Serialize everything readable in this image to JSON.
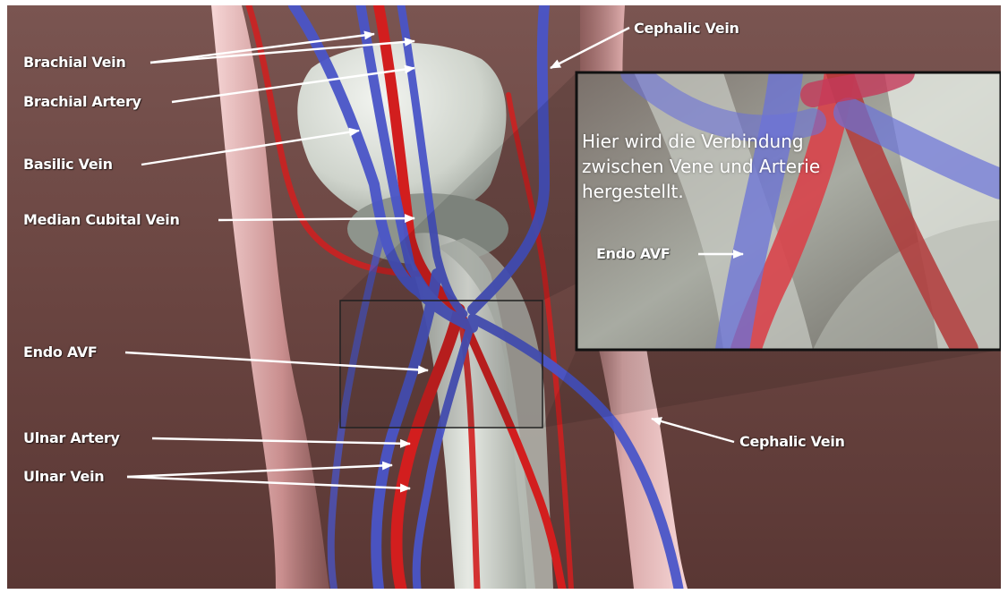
{
  "labels": {
    "brachial_vein": "Brachial Vein",
    "brachial_artery": "Brachial Artery",
    "basilic_vein": "Basilic Vein",
    "median_cubital_vein": "Median Cubital Vein",
    "endo_avf": "Endo AVF",
    "ulnar_artery": "Ulnar Artery",
    "ulnar_vein": "Ulnar Vein",
    "cephalic_vein_top": "Cephalic Vein",
    "cephalic_vein_bottom": "Cephalic Vein"
  },
  "inset": {
    "caption": "Hier wird die Verbindung\nzwischen Vene und Arterie\nhergestellt.",
    "label": "Endo AVF"
  },
  "colors": {
    "background": "#6e4a46",
    "vein": "#4a55c8",
    "artery": "#d21e1e",
    "bone": "#d8ddd6",
    "skin_edge": "#f0c8c8"
  }
}
